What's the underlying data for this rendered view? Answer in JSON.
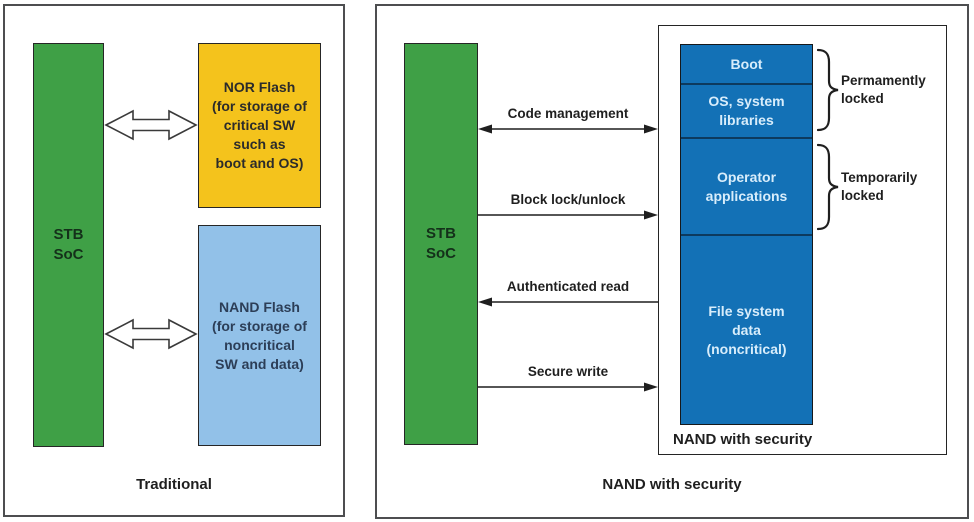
{
  "colors": {
    "green": "#3fa046",
    "yellow": "#f4c31c",
    "light-blue": "#92c1e8",
    "dark-blue": "#1371b6",
    "stack-text": "#d8edfb",
    "ink": "#1f1f1f",
    "panel-border": "#4d4e50"
  },
  "left_panel": {
    "caption": "Traditional",
    "soc_label": "STB\nSoC",
    "nor_flash_label": "NOR Flash\n(for storage of\ncritical SW\nsuch as\nboot and OS)",
    "nand_flash_label": "NAND Flash\n(for storage of\nnoncritical\nSW and data)"
  },
  "right_panel": {
    "caption": "NAND with security",
    "soc_label": "STB\nSoC",
    "nand_box_label": "NAND with security",
    "arrows": [
      {
        "label": "Code management",
        "direction": "both"
      },
      {
        "label": "Block lock/unlock",
        "direction": "right"
      },
      {
        "label": "Authenticated read",
        "direction": "left"
      },
      {
        "label": "Secure write",
        "direction": "right"
      }
    ],
    "stack": {
      "boot": "Boot",
      "os": "OS, system\nlibraries",
      "operator": "Operator\napplications",
      "file": "File system\ndata\n(noncritical)"
    },
    "locks": [
      {
        "label": "Permamently\nlocked"
      },
      {
        "label": "Temporarily\nlocked"
      }
    ]
  }
}
